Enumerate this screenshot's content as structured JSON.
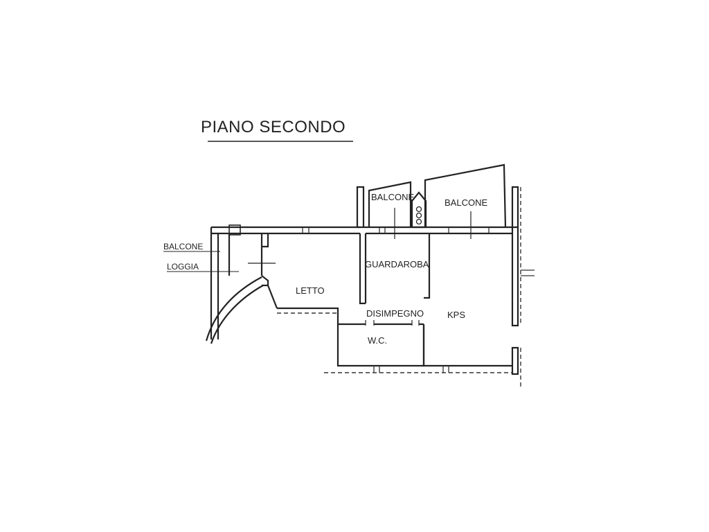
{
  "title": "PIANO SECONDO",
  "rooms": {
    "balcone_left": "BALCONE",
    "loggia": "LOGGIA",
    "balcone_center": "BALCONE",
    "balcone_right": "BALCONE",
    "guardaroba": "GUARDAROBA",
    "letto": "LETTO",
    "disimpegno": "DISIMPEGNO",
    "kps": "KPS",
    "wc": "W.C."
  },
  "colors": {
    "ink": "#222222",
    "paper": "#ffffff"
  }
}
